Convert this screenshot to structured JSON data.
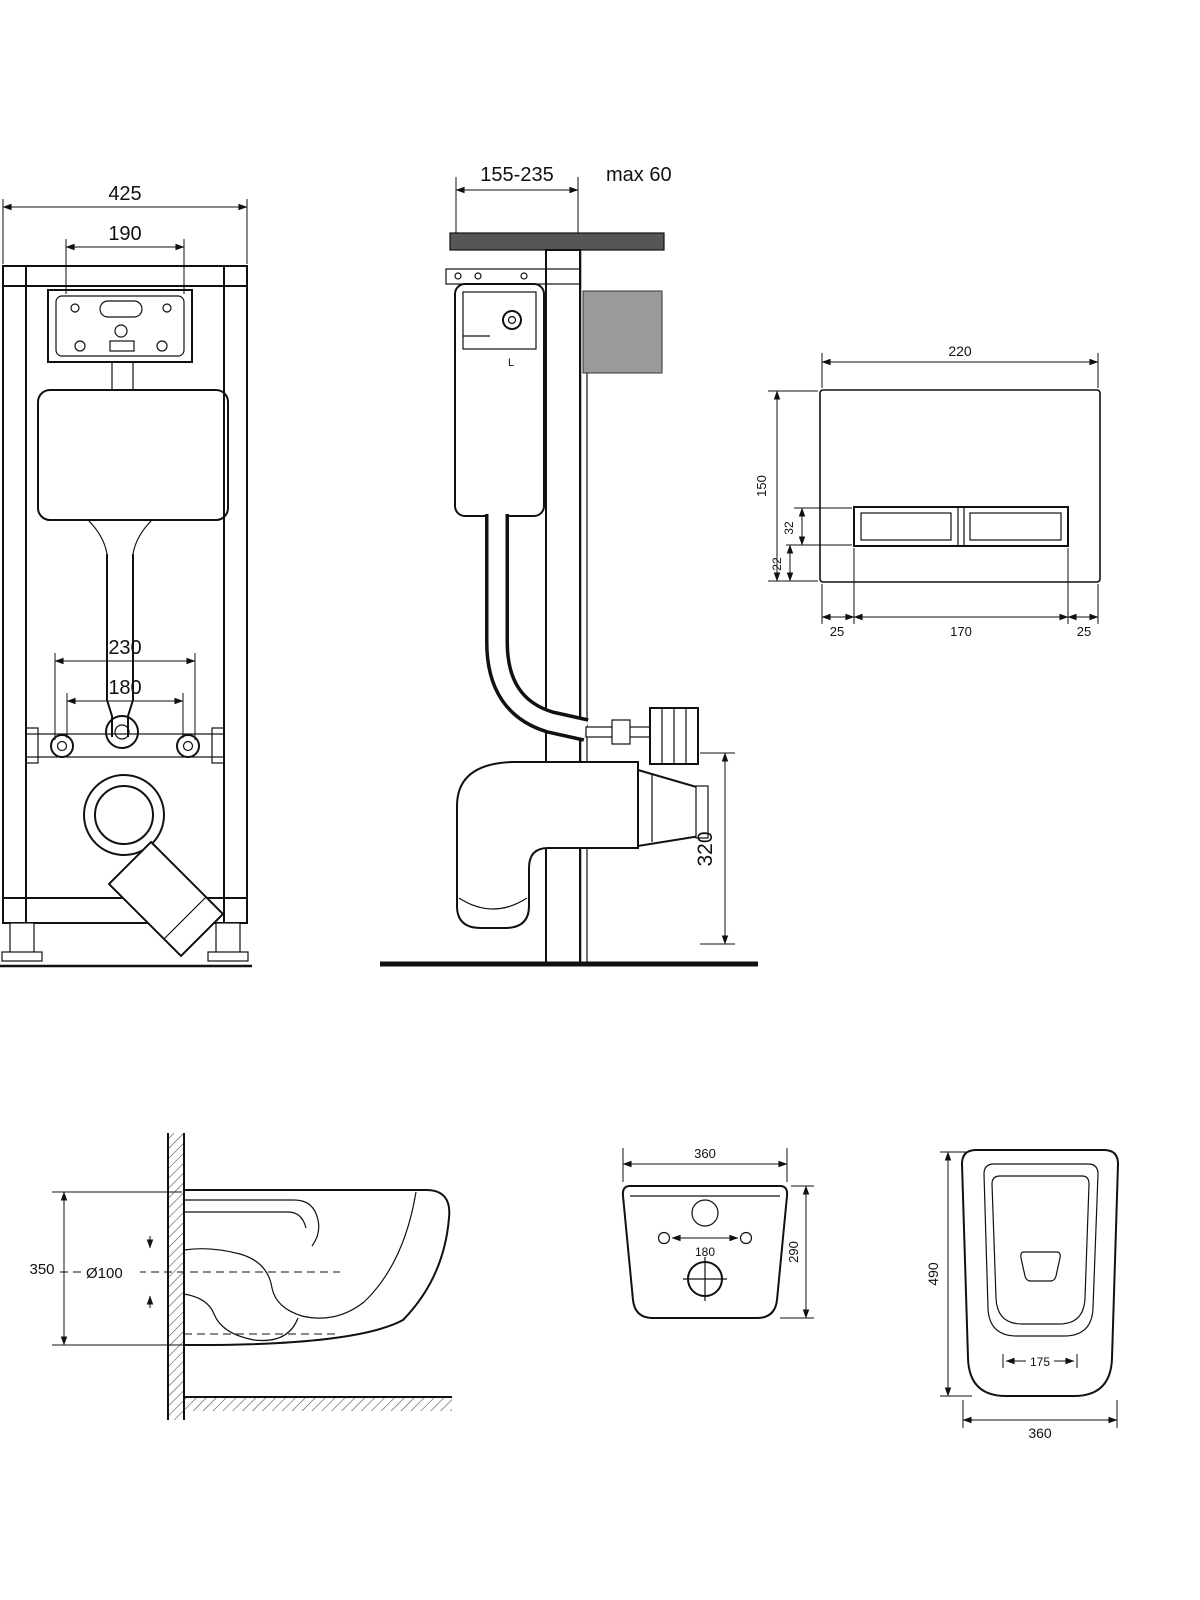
{
  "drawing": {
    "frame_front": {
      "total_width": "425",
      "access_width": "190",
      "fixing_outer": "230",
      "fixing_inner": "180"
    },
    "frame_side": {
      "depth": "155-235",
      "wall_offset": "max 60",
      "outlet_height": "320",
      "cistern_mark": "L"
    },
    "flush_plate": {
      "width": "220",
      "height": "150",
      "button_height": "32",
      "bottom_margin": "22",
      "left_margin": "25",
      "buttons_width": "170",
      "right_margin": "25"
    },
    "bowl_side": {
      "height": "350",
      "drain_diameter": "Ø100"
    },
    "bowl_back": {
      "width": "360",
      "hole_spacing": "180",
      "height": "290"
    },
    "bowl_top": {
      "depth": "490",
      "fixing_width": "175",
      "width": "360"
    }
  },
  "colors": {
    "line": "#111111",
    "wall_block": "#9a9a9a",
    "top_plate": "#565656"
  }
}
